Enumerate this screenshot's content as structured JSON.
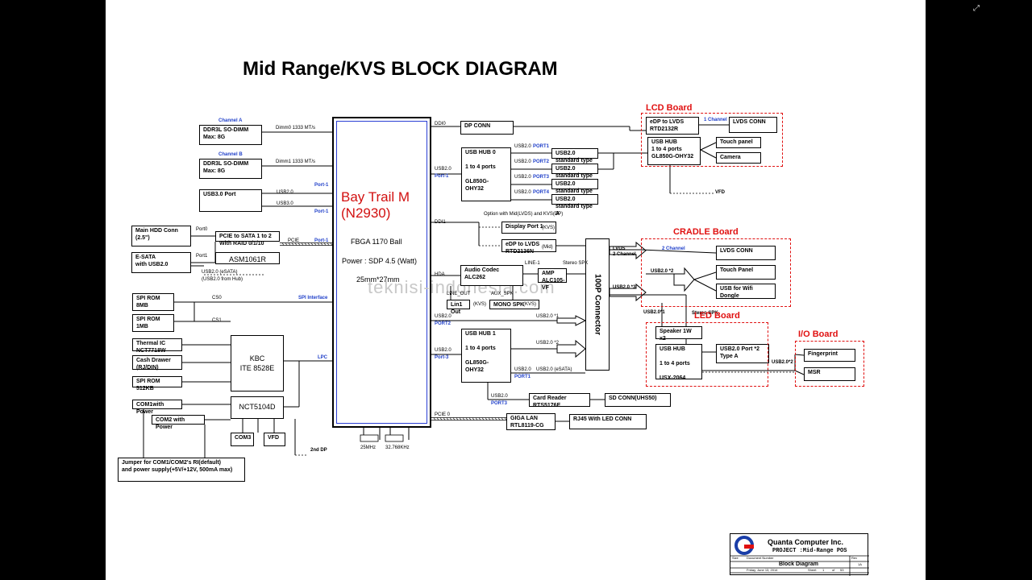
{
  "title": "Mid Range/KVS BLOCK DIAGRAM",
  "cpu": {
    "name1": "Bay Trail M",
    "name2": "(N2930)",
    "package": "FBGA 1170 Ball",
    "power": "Power : SDP 4.5  (Watt)",
    "size": "25mm*27mm"
  },
  "boards": {
    "lcd": "LCD Board",
    "cradle": "CRADLE Board",
    "led": "LED Board",
    "io": "I/O Board"
  },
  "blocks": {
    "dimm0": "DDR3L SO-DIMM|Max: 8G",
    "dimm1": "DDR3L SO-DIMM|Max: 8G",
    "usb30": "USB3.0 Port",
    "hdd": "Main HDD Conn|(2.5\")",
    "esata": "E-SATA|with USB2.0",
    "sata_bridge": "PCIE to SATA 1 to 2|With RAID 0/1/10",
    "asm": "ASM1061R",
    "spi8": "SPI ROM|8MB",
    "spi1": "SPI ROM|1MB",
    "thermal": "Thermal IC|NCT7718W",
    "cash": "Cash Drawer|(RJ/DIN)",
    "spi512": "SPI ROM  512KB",
    "kbc": "KBC|ITE 8528E",
    "com1": "COM1with Power",
    "com2": "COM2 with Power",
    "nct": "NCT5104D",
    "com3": "COM3",
    "vfd": "VFD",
    "jumper": "Jumper for COM1/COM2's RI(default)|and power supply(+5V/+12V, 500mA max)",
    "dpconn": "DP CONN",
    "hub0": "USB HUB 0||1 to 4 ports||GL850G-OHY32",
    "usbA1": "USB2.0|standard type A",
    "usbA2": "USB2.0|standard type A",
    "usbA3": "USB2.0|standard type A",
    "usbA4": "USB2.0|standard type A",
    "dport": "Display Port 1",
    "edp2": "eDP to LVDS|RTD2136N",
    "codec": "Audio Codec|ALC262",
    "amp": "AMP|ALC105-VF",
    "line1": "Lin1 Out",
    "mono": "MONO SPK",
    "hub1": "USB HUB 1||1 to 4 ports||GL850G-OHY32",
    "card": "Card Reader|RTS5176E",
    "sd": "SD CONN(UHS50)",
    "lan": "GIGA LAN|RTL8119-CG",
    "rj45": "RJ45 With LED  CONN",
    "edp1": "eDP to LVDS|RTD2132R",
    "lvds1": "LVDS CONN",
    "lcdhub": "USB HUB|1 to 4 ports|GL850G-OHY32",
    "touch1": "Touch panel",
    "camera": "Camera",
    "lvds2": "LVDS CONN",
    "touch2": "Touch Panel",
    "wifi": "USB for Wifi Dongle",
    "speaker": "Speaker 1W x2",
    "ledhub": "USB HUB||1 to 4 ports||USX-2064",
    "ledusb": "USB2.0 Port *2|Type A",
    "finger": "Fingerprint",
    "msr": "MSR",
    "conn100": "100P Connector"
  },
  "labels": {
    "chA": "Channel A",
    "chB": "Channel B",
    "dimm0bus": "Dimm0 1333 MT/s",
    "dimm1bus": "Dimm1 1333 MT/s",
    "port1a": "Port-1",
    "port1b": "Port-1",
    "usb20a": "USB2.0",
    "usb30a": "USB3.0",
    "port0": "Port0",
    "port1c": "Port1",
    "pcie": "PCIE",
    "port1d": "Port-1",
    "esata_usb": "USB2.0 (eSATA)",
    "esata_hub": "(USB2.0 from Hub)",
    "cs0": "CS0",
    "cs1": "CS1",
    "spi_if": "SPI Interface",
    "lpc": "LPC",
    "ddi0": "DDI0",
    "usb20b": "USB2.0",
    "port1e": "Port-1",
    "p1": "PORT1",
    "p2": "PORT2",
    "p3": "PORT3",
    "p4": "PORT4",
    "u1": "USB2.0",
    "u2": "USB2.0",
    "u3": "USB2.0",
    "u4": "USB2.0",
    "ddi1": "DDI1",
    "option": "Option with Mid(LVDS) and KVS(DP)",
    "kvs1": "(KVS)",
    "mid": "(Mid)",
    "hda": "HDA",
    "line1": "LINE-1",
    "stereo": "Stereo SPK",
    "lineout": "LINE_OUT",
    "auxspk": "AUX_SPK",
    "kvs2": "(KVS)",
    "kvs3": "(KVS)",
    "lvds2ch": "LVDS|2 Channel",
    "usb20x3": "USB2.0 *3",
    "usb20x1": "USB2.0*1",
    "stereo2": "Stereo SPK",
    "usb20c": "USB2.0",
    "port2": "PORT2",
    "usb20d": "USB2.0 *1",
    "usb20e": "USB2.0",
    "port3a": "Port-3",
    "usb20f": "USB2.0 *2",
    "usb20g": "USB2.0",
    "usb20esata": "USB2.0 (eSATA)",
    "port1f": "PORT1",
    "usb20h": "USB2.0",
    "port3b": "PORT3",
    "pcie0": "PCIE 0",
    "ch1": "1 Channel",
    "vfd2": "VFD",
    "ch2": "2 Channel",
    "usb20x2": "USB2.0 *2",
    "usb20x2b": "USB2.0*2",
    "seconddp": "2nd DP",
    "x1": "25MHz",
    "x2": "32.768KHz"
  },
  "watermark": "teknisi-indonesia.com",
  "titleblock": {
    "company": "Quanta Computer Inc.",
    "project": "PROJECT :Mid-Range POS",
    "doc": "Block Diagram",
    "size": "Size",
    "docnum": "Document Number",
    "rev": "Rev",
    "revval": "1A",
    "date": "Friday, June 13, 2014",
    "sheet": "Sheet",
    "of": "of",
    "sheetnum": "1",
    "sheettotal": "53"
  },
  "colors": {
    "accent": "#e01010",
    "blue": "#1f3fc9"
  }
}
